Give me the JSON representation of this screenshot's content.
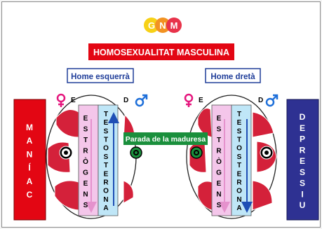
{
  "logo": {
    "letters": [
      "G",
      "N",
      "M"
    ],
    "colors": [
      "#f7d117",
      "#f29222",
      "#e8334a"
    ]
  },
  "title": "HOMOSEXUALITAT MASCULINA",
  "left_panel": {
    "label": "Home esquerrà",
    "female_letter": "E",
    "male_letter": "D",
    "estrogens": [
      "E",
      "S",
      "T",
      "R",
      "Ò",
      "G",
      "E",
      "N",
      "S"
    ],
    "testosterona": [
      "T",
      "E",
      "S",
      "T",
      "O",
      "S",
      "T",
      "E",
      "R",
      "O",
      "N",
      "A"
    ]
  },
  "right_panel": {
    "label": "Home dretà",
    "female_letter": "E",
    "male_letter": "D",
    "estrogens": [
      "E",
      "S",
      "T",
      "R",
      "Ò",
      "G",
      "E",
      "N",
      "S"
    ],
    "testosterona": [
      "T",
      "E",
      "S",
      "T",
      "O",
      "S",
      "T",
      "E",
      "R",
      "O",
      "N",
      "A"
    ]
  },
  "maniac_box": {
    "letters": [
      "M",
      "A",
      "N",
      "Í",
      "A",
      "C"
    ]
  },
  "depressiu_box": {
    "letters": [
      "D",
      "E",
      "P",
      "R",
      "E",
      "S",
      "S",
      "I",
      "U"
    ]
  },
  "center_label": "Parada de la maduresa",
  "colors": {
    "title_bg": "#e30613",
    "maniac_bg": "#e30613",
    "depressiu_bg": "#2e3192",
    "label_border": "#1f3d99",
    "center_green": "#1a8f3c",
    "estrogen_col": "#f4c6ea",
    "testosterone_col": "#bfe6f7",
    "lobe_red": "#d4213a",
    "female_symbol": "#e5177e",
    "male_symbol": "#1e6fd9"
  }
}
